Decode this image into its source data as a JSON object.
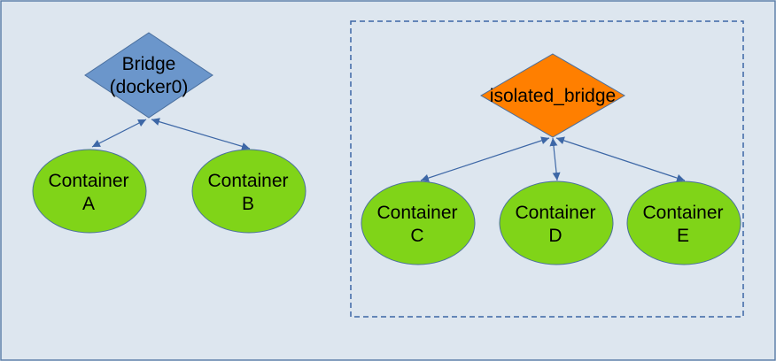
{
  "colors": {
    "background": "#dde6ef",
    "border": "#5b7fa8",
    "bridge_fill": "#6b96cb",
    "bridge_stroke": "#4a6f9e",
    "isolated_fill": "#ff7f00",
    "isolated_stroke": "#4a6f9e",
    "container_fill": "#80d418",
    "container_stroke": "#4a6f9e",
    "edge": "#3d67a6"
  },
  "bridge": {
    "line1": "Bridge",
    "line2": "(docker0)"
  },
  "isolated_bridge": {
    "label": "isolated_bridge"
  },
  "containers": {
    "a": {
      "line1": "Container",
      "line2": "A"
    },
    "b": {
      "line1": "Container",
      "line2": "B"
    },
    "c": {
      "line1": "Container",
      "line2": "C"
    },
    "d": {
      "line1": "Container",
      "line2": "D"
    },
    "e": {
      "line1": "Container",
      "line2": "E"
    }
  }
}
